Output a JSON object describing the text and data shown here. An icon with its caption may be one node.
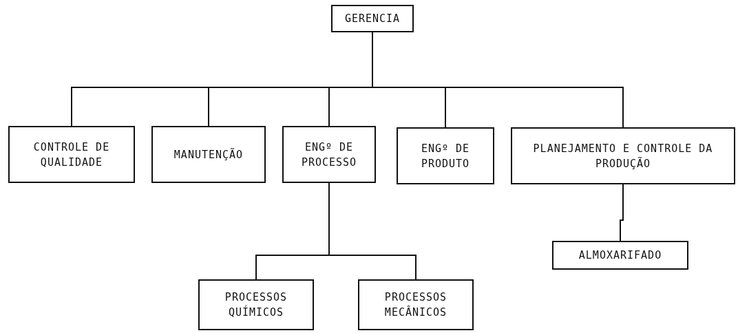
{
  "diagram": {
    "nodes": [
      {
        "text": [
          "GERENCIA"
        ]
      },
      {
        "text": [
          "CONTROLE DE QUALIDADE"
        ]
      },
      {
        "text": [
          "MANUTENÇÃO"
        ]
      },
      {
        "text": [
          "ENGº DE PROCESSO"
        ]
      },
      {
        "text": [
          "ENGº DE PRODUTO"
        ]
      },
      {
        "text": [
          "PLANEJAMENTO E CONTROLE DA PRODUÇÃO"
        ]
      },
      {
        "text": [
          "ALMOXARIFADO"
        ]
      },
      {
        "text": [
          "PROCESSOS QUÍMICOS"
        ]
      },
      {
        "text": [
          "PROCESSOS MECÂNICOS"
        ]
      }
    ],
    "edges": [
      {
        "from": 0,
        "to": 1,
        "arrow": "none"
      },
      {
        "from": 0,
        "to": 2,
        "arrow": "none"
      },
      {
        "from": 0,
        "to": 3,
        "arrow": "none"
      },
      {
        "from": 0,
        "to": 4,
        "arrow": "none"
      },
      {
        "from": 0,
        "to": 5,
        "arrow": "none"
      },
      {
        "from": 5,
        "to": 6,
        "arrow": "none"
      },
      {
        "from": 3,
        "to": 7,
        "arrow": "none"
      },
      {
        "from": 3,
        "to": 8,
        "arrow": "none"
      }
    ]
  }
}
